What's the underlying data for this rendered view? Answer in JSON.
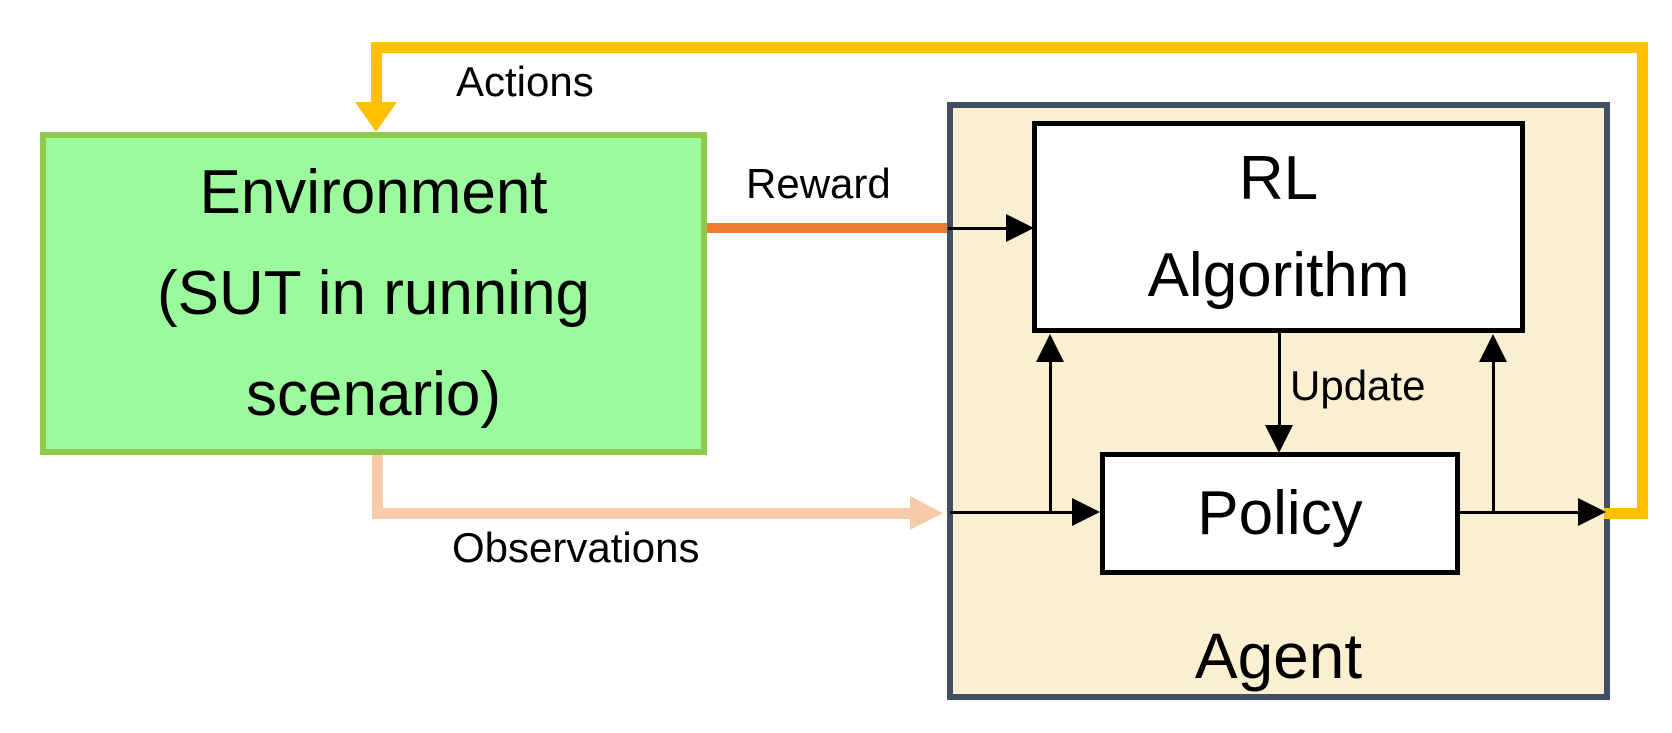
{
  "diagram": {
    "environment_box": {
      "lines": [
        "Environment",
        "(SUT in running",
        "scenario)"
      ],
      "fill_color": "#9BFA9B",
      "border_color": "#90C94E"
    },
    "agent_box": {
      "label": "Agent",
      "fill_color": "#FBEFD1",
      "border_color": "#404F63"
    },
    "rl_algorithm_box": {
      "lines": [
        "RL",
        "Algorithm"
      ],
      "fill_color": "#FFFFFF",
      "border_color": "#000000"
    },
    "policy_box": {
      "label": "Policy",
      "fill_color": "#FFFFFF",
      "border_color": "#000000"
    },
    "arrows": {
      "actions": {
        "label": "Actions",
        "color": "#FFC000"
      },
      "reward": {
        "label": "Reward",
        "color": "#ED7D31"
      },
      "observations": {
        "label": "Observations",
        "color": "#F7CBAA"
      },
      "update": {
        "label": "Update",
        "color": "#000000"
      },
      "internal_connectors": {
        "color": "#000000"
      }
    }
  }
}
